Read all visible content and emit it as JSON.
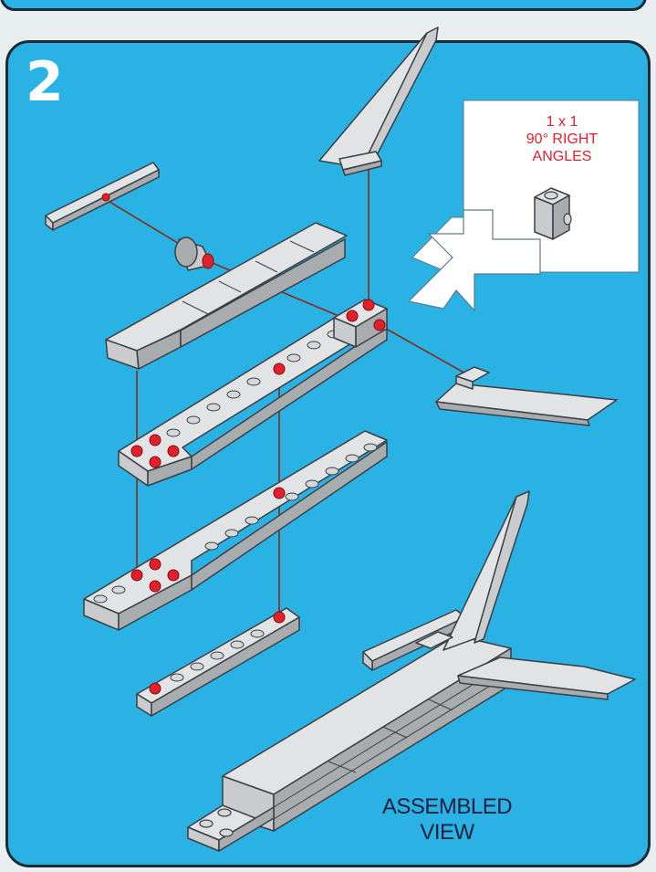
{
  "step": {
    "number": "2"
  },
  "callout": {
    "lines": [
      "1 x 1",
      "90° RIGHT",
      "ANGLES"
    ],
    "icon": "lego-1x1-right-angle-brick"
  },
  "assembled": {
    "line1": "ASSEMBLED",
    "line2": "VIEW"
  },
  "colors": {
    "panel": "#2ab2e5",
    "brick": "#c9cbcc",
    "stud_highlight": "#e3202a",
    "callout_box": "#ffffff",
    "outline": "#1b2a33"
  }
}
